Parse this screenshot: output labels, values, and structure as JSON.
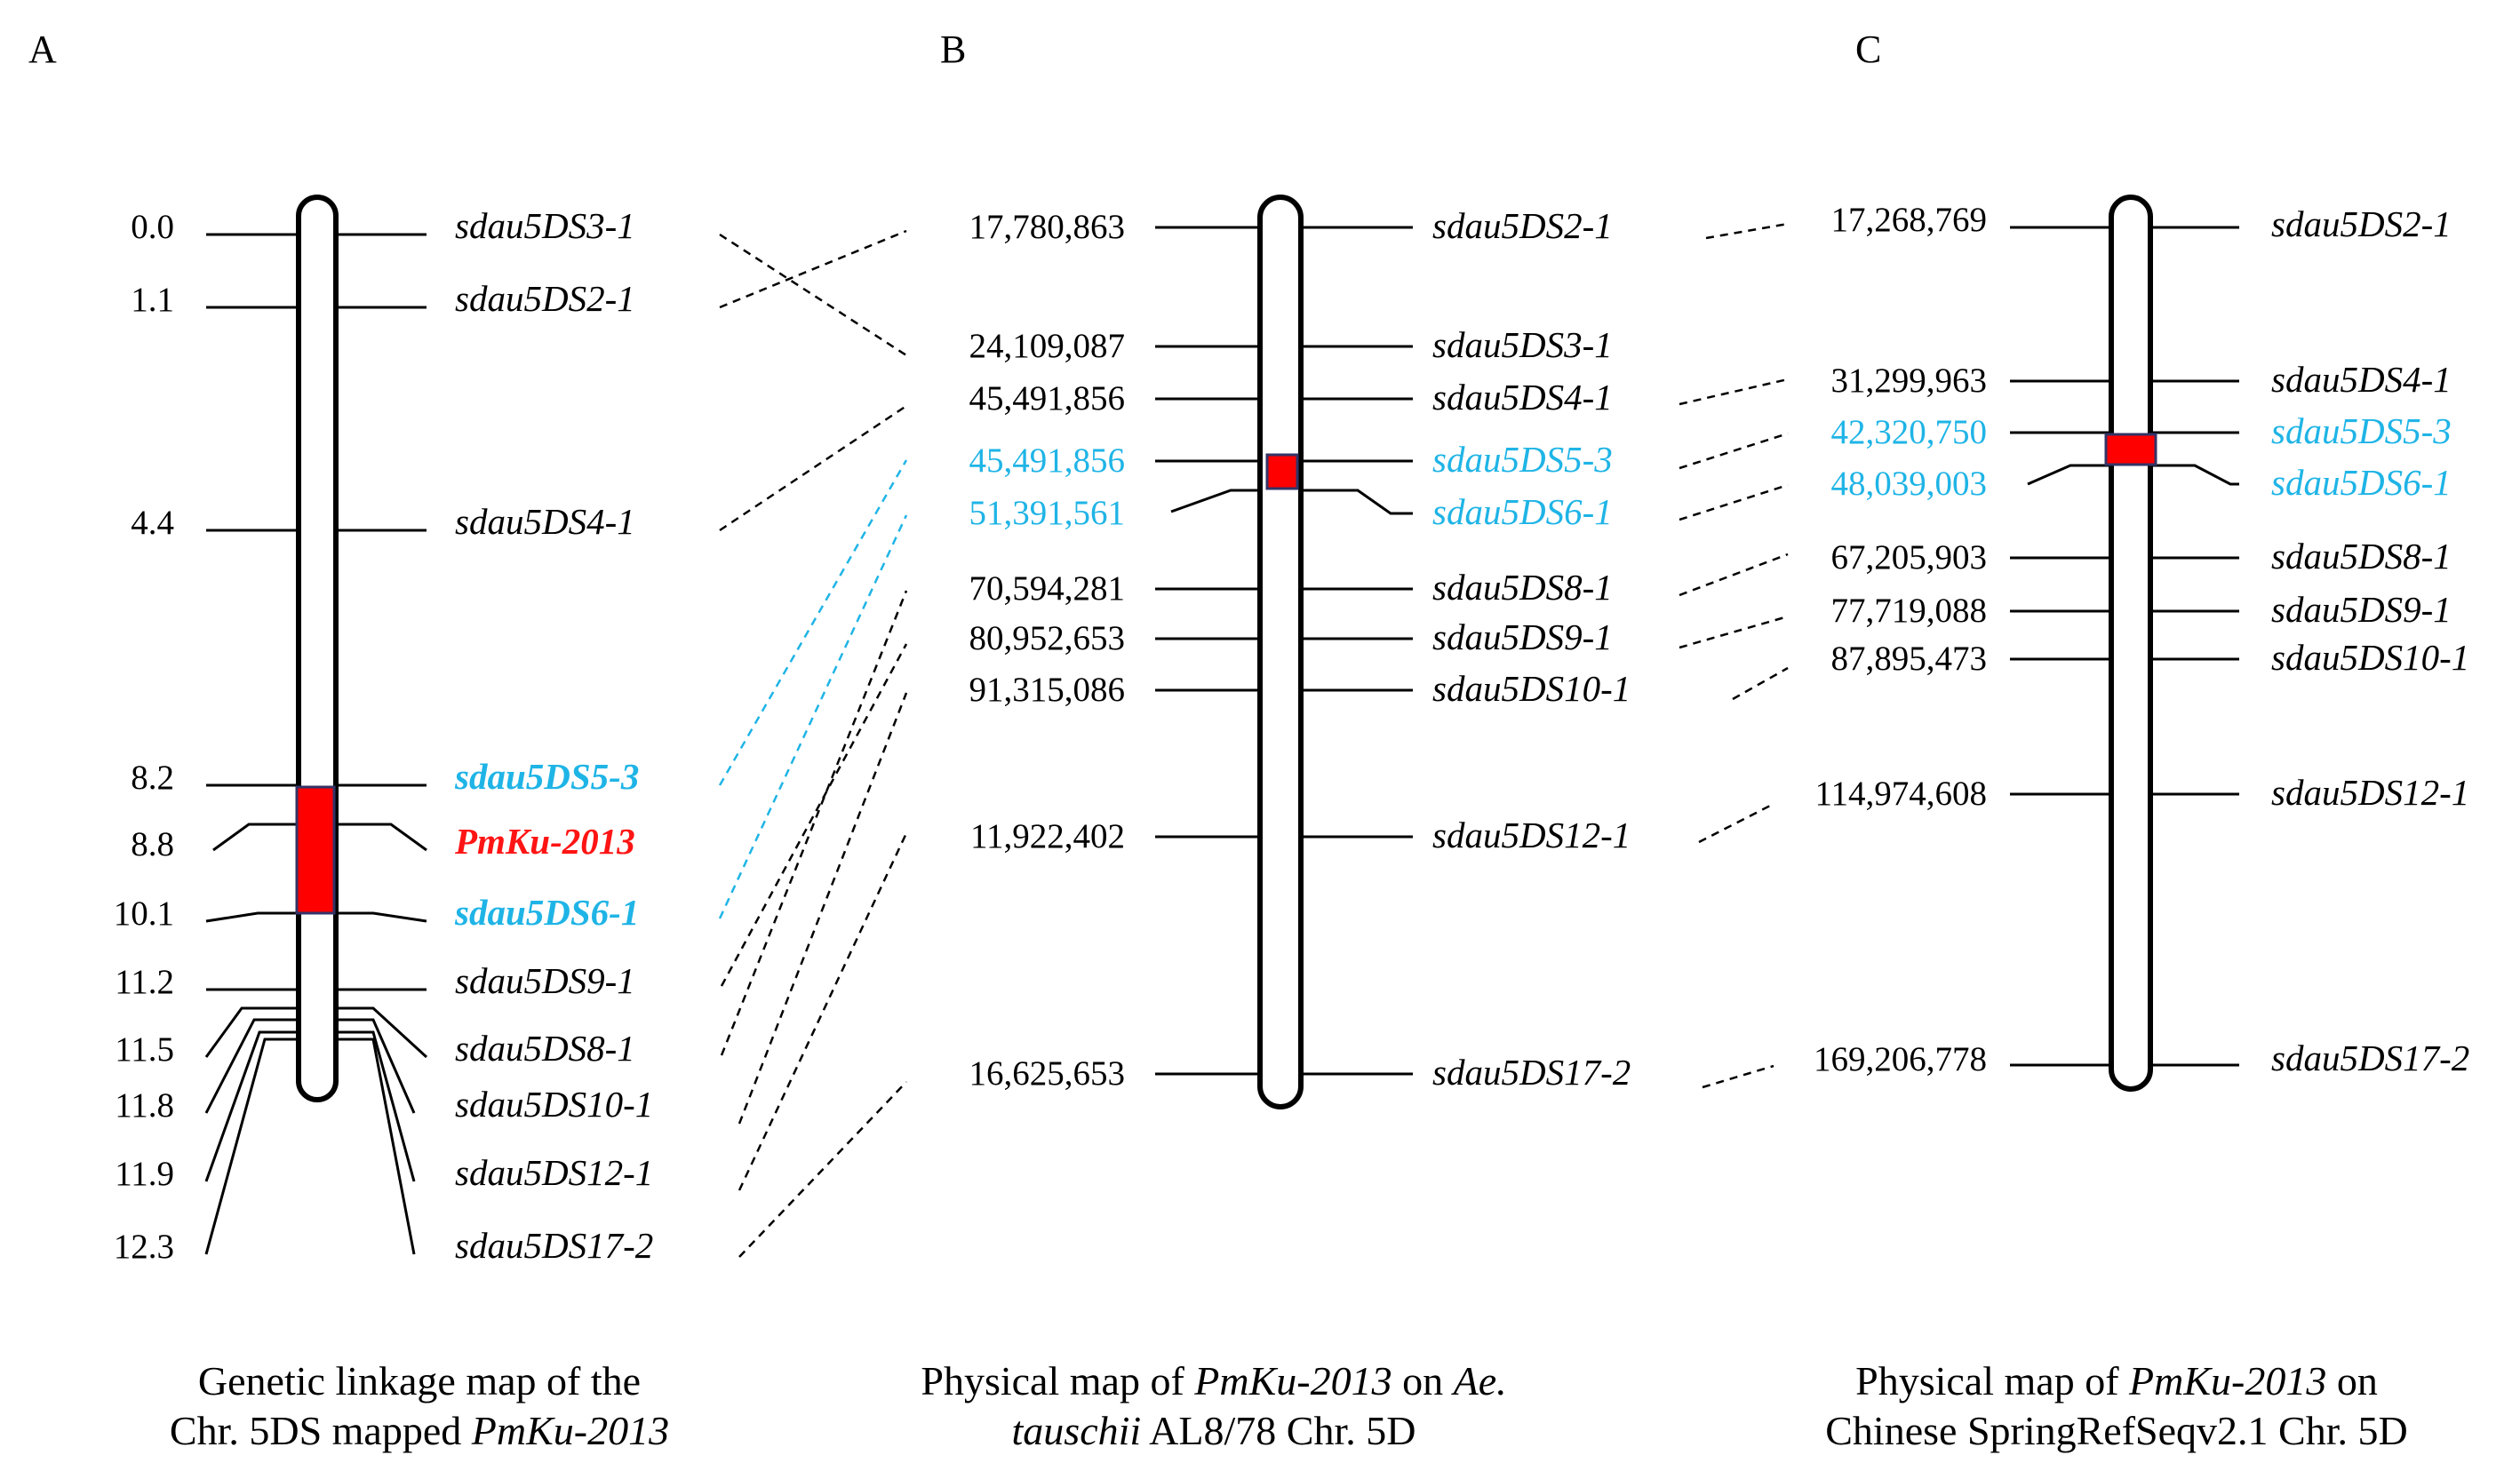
{
  "colors": {
    "highlight_marker": "#1fb4e6",
    "gene": "#ff1414",
    "interval": "#ff0000",
    "line": "#000000"
  },
  "panels": {
    "A": {
      "letter": "A",
      "positions": [
        "0.0",
        "1.1",
        "4.4",
        "8.2",
        "8.8",
        "10.1",
        "11.2",
        "11.5",
        "11.8",
        "11.9",
        "12.3"
      ],
      "markers": [
        {
          "label": "sdau5DS3-1",
          "style": "normal"
        },
        {
          "label": "sdau5DS2-1",
          "style": "normal"
        },
        {
          "label": "sdau5DS4-1",
          "style": "normal"
        },
        {
          "label": "sdau5DS5-3",
          "style": "cyan-bold"
        },
        {
          "label": "PmKu-2013",
          "style": "red-bold"
        },
        {
          "label": "sdau5DS6-1",
          "style": "cyan-bold"
        },
        {
          "label": "sdau5DS9-1",
          "style": "normal"
        },
        {
          "label": "sdau5DS8-1",
          "style": "normal"
        },
        {
          "label": "sdau5DS10-1",
          "style": "normal"
        },
        {
          "label": "sdau5DS12-1",
          "style": "normal"
        },
        {
          "label": "sdau5DS17-2",
          "style": "normal"
        }
      ],
      "caption_line1": "Genetic linkage map of the",
      "caption_line2_a": "Chr. 5DS mapped ",
      "caption_line2_b": "PmKu-2013"
    },
    "B": {
      "letter": "B",
      "rows": [
        {
          "pos": "17,780,863",
          "marker": "sdau5DS2-1",
          "hl": false
        },
        {
          "pos": "24,109,087",
          "marker": "sdau5DS3-1",
          "hl": false
        },
        {
          "pos": "45,491,856",
          "marker": "sdau5DS4-1",
          "hl": false
        },
        {
          "pos": "45,491,856",
          "marker": "sdau5DS5-3",
          "hl": true
        },
        {
          "pos": "51,391,561",
          "marker": "sdau5DS6-1",
          "hl": true
        },
        {
          "pos": "70,594,281",
          "marker": "sdau5DS8-1",
          "hl": false
        },
        {
          "pos": "80,952,653",
          "marker": "sdau5DS9-1",
          "hl": false
        },
        {
          "pos": "91,315,086",
          "marker": "sdau5DS10-1",
          "hl": false
        },
        {
          "pos": "11,922,402",
          "marker": "sdau5DS12-1",
          "hl": false
        },
        {
          "pos": "16,625,653",
          "marker": "sdau5DS17-2",
          "hl": false
        }
      ],
      "caption_line1_a": "Physical map of ",
      "caption_line1_b": "PmKu-2013",
      "caption_line1_c": " on ",
      "caption_line1_d": "Ae.",
      "caption_line2_a": "tauschii",
      "caption_line2_b": " AL8/78 Chr. 5D"
    },
    "C": {
      "letter": "C",
      "rows": [
        {
          "pos": "17,268,769",
          "marker": "sdau5DS2-1",
          "hl": false
        },
        {
          "pos": "31,299,963",
          "marker": "sdau5DS4-1",
          "hl": false
        },
        {
          "pos": "42,320,750",
          "marker": "sdau5DS5-3",
          "hl": true
        },
        {
          "pos": "48,039,003",
          "marker": "sdau5DS6-1",
          "hl": true
        },
        {
          "pos": "67,205,903",
          "marker": "sdau5DS8-1",
          "hl": false
        },
        {
          "pos": "77,719,088",
          "marker": "sdau5DS9-1",
          "hl": false
        },
        {
          "pos": "87,895,473",
          "marker": "sdau5DS10-1",
          "hl": false
        },
        {
          "pos": "114,974,608",
          "marker": "sdau5DS12-1",
          "hl": false
        },
        {
          "pos": "169,206,778",
          "marker": "sdau5DS17-2",
          "hl": false
        }
      ],
      "caption_line1_a": "Physical map of ",
      "caption_line1_b": "PmKu-2013",
      "caption_line1_c": " on",
      "caption_line2": "Chinese SpringRefSeqv2.1 Chr. 5D"
    }
  }
}
